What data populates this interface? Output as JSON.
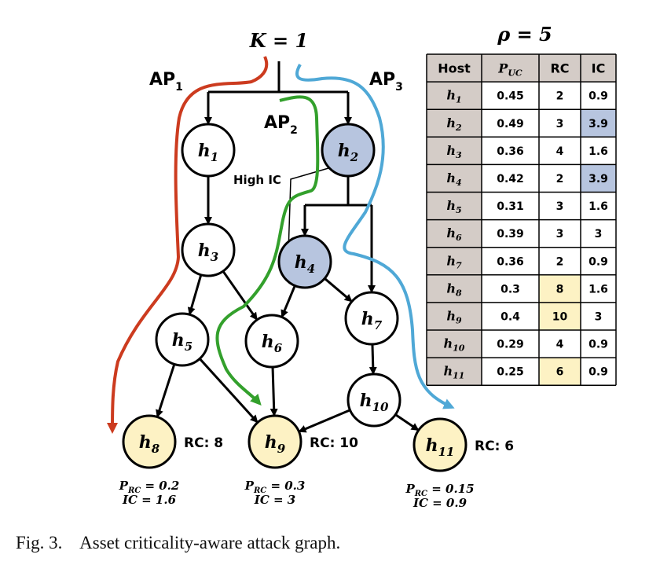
{
  "header": {
    "k_label": "K = 1",
    "rho_label": "ρ = 5"
  },
  "attack_paths": [
    {
      "id": "AP1",
      "label": "AP",
      "sub": "1",
      "color": "#cc3b1f",
      "target": "h8"
    },
    {
      "id": "AP2",
      "label": "AP",
      "sub": "2",
      "color": "#33a02c",
      "target": "h9"
    },
    {
      "id": "AP3",
      "label": "AP",
      "sub": "3",
      "color": "#4fa8d6",
      "target": "h11"
    }
  ],
  "colors": {
    "high_ic": "#b7c5df",
    "high_rc": "#fdf2c4",
    "host_col": "#d4ccc7",
    "node_default": "#ffffff",
    "stroke": "#000000"
  },
  "annotation": {
    "high_ic": "High IC"
  },
  "nodes": [
    {
      "id": "h1",
      "base": "h",
      "sub": "1",
      "kind": "normal"
    },
    {
      "id": "h2",
      "base": "h",
      "sub": "2",
      "kind": "high_ic"
    },
    {
      "id": "h3",
      "base": "h",
      "sub": "3",
      "kind": "normal"
    },
    {
      "id": "h4",
      "base": "h",
      "sub": "4",
      "kind": "high_ic"
    },
    {
      "id": "h5",
      "base": "h",
      "sub": "5",
      "kind": "normal"
    },
    {
      "id": "h6",
      "base": "h",
      "sub": "6",
      "kind": "normal"
    },
    {
      "id": "h7",
      "base": "h",
      "sub": "7",
      "kind": "normal"
    },
    {
      "id": "h8",
      "base": "h",
      "sub": "8",
      "kind": "target",
      "rc_label": "RC: 8",
      "prc": "P_RC = 0.2",
      "prc_value": "0.2",
      "ic_label": "IC = 1.6"
    },
    {
      "id": "h9",
      "base": "h",
      "sub": "9",
      "kind": "target",
      "rc_label": "RC: 10",
      "prc": "P_RC = 0.3",
      "prc_value": "0.3",
      "ic_label": "IC = 3"
    },
    {
      "id": "h10",
      "base": "h",
      "sub": "10",
      "kind": "normal"
    },
    {
      "id": "h11",
      "base": "h",
      "sub": "11",
      "kind": "target",
      "rc_label": "RC: 6",
      "prc": "P_RC = 0.15",
      "prc_value": "0.15",
      "ic_label": "IC = 0.9"
    }
  ],
  "edges": [
    [
      "entry",
      "h1"
    ],
    [
      "entry",
      "h2"
    ],
    [
      "h1",
      "h3"
    ],
    [
      "h2",
      "h4"
    ],
    [
      "h2",
      "h7"
    ],
    [
      "h3",
      "h5"
    ],
    [
      "h3",
      "h6"
    ],
    [
      "h4",
      "h6"
    ],
    [
      "h4",
      "h7"
    ],
    [
      "h5",
      "h8"
    ],
    [
      "h5",
      "h9"
    ],
    [
      "h6",
      "h9"
    ],
    [
      "h7",
      "h10"
    ],
    [
      "h10",
      "h9"
    ],
    [
      "h10",
      "h11"
    ]
  ],
  "table": {
    "headers": [
      "Host",
      "P_UC",
      "RC",
      "IC"
    ],
    "header_sub": {
      "base": "P",
      "sub": "UC"
    },
    "rows": [
      {
        "host": "h",
        "sub": "1",
        "puc": "0.45",
        "rc": "2",
        "ic": "0.9",
        "rc_hl": false,
        "ic_hl": false
      },
      {
        "host": "h",
        "sub": "2",
        "puc": "0.49",
        "rc": "3",
        "ic": "3.9",
        "rc_hl": false,
        "ic_hl": true
      },
      {
        "host": "h",
        "sub": "3",
        "puc": "0.36",
        "rc": "4",
        "ic": "1.6",
        "rc_hl": false,
        "ic_hl": false
      },
      {
        "host": "h",
        "sub": "4",
        "puc": "0.42",
        "rc": "2",
        "ic": "3.9",
        "rc_hl": false,
        "ic_hl": true
      },
      {
        "host": "h",
        "sub": "5",
        "puc": "0.31",
        "rc": "3",
        "ic": "1.6",
        "rc_hl": false,
        "ic_hl": false
      },
      {
        "host": "h",
        "sub": "6",
        "puc": "0.39",
        "rc": "3",
        "ic": "3",
        "rc_hl": false,
        "ic_hl": false
      },
      {
        "host": "h",
        "sub": "7",
        "puc": "0.36",
        "rc": "2",
        "ic": "0.9",
        "rc_hl": false,
        "ic_hl": false
      },
      {
        "host": "h",
        "sub": "8",
        "puc": "0.3",
        "rc": "8",
        "ic": "1.6",
        "rc_hl": true,
        "ic_hl": false
      },
      {
        "host": "h",
        "sub": "9",
        "puc": "0.4",
        "rc": "10",
        "ic": "3",
        "rc_hl": true,
        "ic_hl": false
      },
      {
        "host": "h",
        "sub": "10",
        "puc": "0.29",
        "rc": "4",
        "ic": "0.9",
        "rc_hl": false,
        "ic_hl": false
      },
      {
        "host": "h",
        "sub": "11",
        "puc": "0.25",
        "rc": "6",
        "ic": "0.9",
        "rc_hl": true,
        "ic_hl": false
      }
    ]
  },
  "caption": "Fig. 3.    Asset criticality-aware attack graph."
}
